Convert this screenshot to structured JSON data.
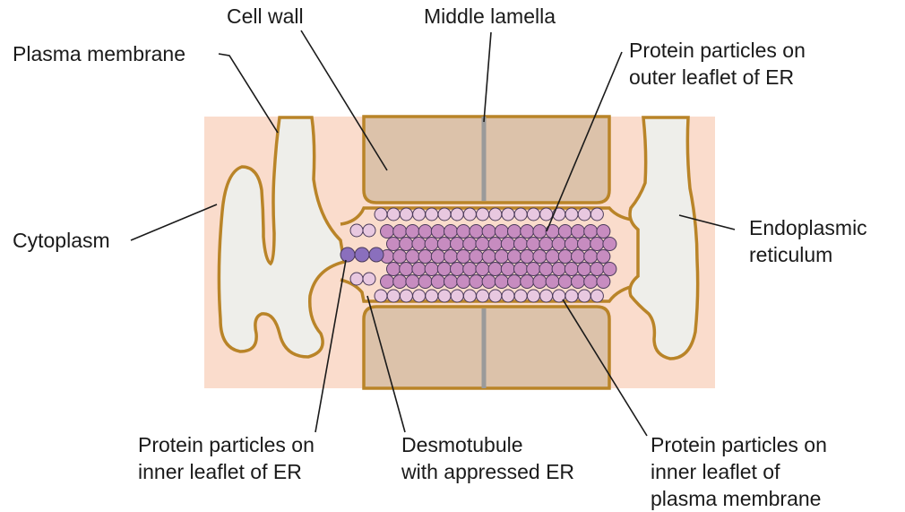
{
  "labels": {
    "cell_wall": "Cell wall",
    "middle_lamella": "Middle lamella",
    "plasma_membrane": "Plasma membrane",
    "protein_outer_er": [
      "Protein particles on",
      "outer leaflet of ER"
    ],
    "cytoplasm": "Cytoplasm",
    "endoplasmic_reticulum": [
      "Endoplasmic",
      "reticulum"
    ],
    "protein_inner_er": [
      "Protein particles on",
      "inner leaflet of ER"
    ],
    "desmotubule": [
      "Desmotubule",
      "with appressed ER"
    ],
    "protein_inner_pm": [
      "Protein particles on",
      "inner leaflet of",
      "plasma membrane"
    ]
  },
  "colors": {
    "cytoplasm_bg": "#fadccc",
    "cell_wall": "#dcc2aa",
    "middle_lamella": "#9a9a9a",
    "membrane_outline": "#b98428",
    "er_fill": "#eeeeea",
    "particle_light": "#e8c8e0",
    "particle_mid": "#c78cc0",
    "particle_dark": "#8a6fbd"
  }
}
